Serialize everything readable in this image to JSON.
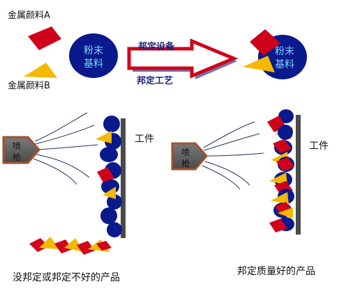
{
  "labels": {
    "pigment_a": "金属颜料A",
    "pigment_b": "金属颜料B",
    "powder_base_left": [
      "粉末",
      "基料"
    ],
    "powder_base_right": [
      "粉末",
      "基料"
    ],
    "bonding_equipment": "邦定设备",
    "bonding_process": "邦定工艺",
    "spray_gun_left": [
      "喷",
      "枪"
    ],
    "spray_gun_right": [
      "喷",
      "枪"
    ],
    "workpiece_left": "工件",
    "workpiece_right": "工件",
    "caption_left": "没邦定或邦定不好的产品",
    "caption_right": "邦定质量好的产品"
  },
  "colors": {
    "pigment_a": "#d0021b",
    "pigment_b": "#f5b800",
    "powder_base": "#0a1a8c",
    "powder_text": "#7fd3ff",
    "arrow_text": "#1a237e",
    "arrow_fill": "#ffffff",
    "arrow_border": "#d0021b",
    "arrow_shadow": "#5a5a9a",
    "spray_gun_fill": "#5e5e5e",
    "spray_gun_border": "#a0522d",
    "workpiece": "#4a4a4a",
    "spray_lines": "#203060"
  }
}
